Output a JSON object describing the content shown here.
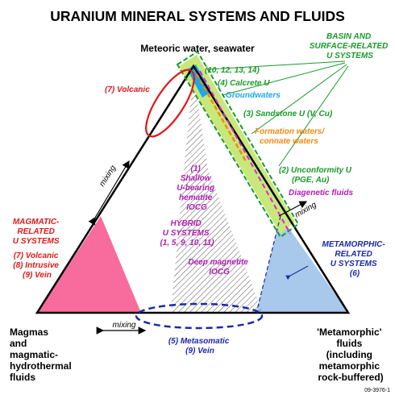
{
  "title": "URANIUM MINERAL SYSTEMS AND FLUIDS",
  "vertex_top": "Meteoric water, seawater",
  "vertex_left": [
    "Magmas",
    "and",
    "magmatic-",
    "hydrothermal",
    "fluids"
  ],
  "vertex_right": [
    "'Metamorphic'",
    "fluids",
    "(including",
    "metamorphic",
    "rock-buffered)"
  ],
  "basin_group": [
    "BASIN AND",
    "SURFACE-RELATED",
    "U SYSTEMS"
  ],
  "basin_codes": "(10, 12, 13, 14)",
  "calcrete": "(4) Calcrete U",
  "groundwaters": "Groundwaters",
  "sandstone": "(3) Sandstone U (V, Cu)",
  "formation_waters": [
    "Formation waters/",
    "connate waters"
  ],
  "unconformity": [
    "(2) Unconformity U",
    "(PGE, Au)"
  ],
  "diagenetic": "Diagenetic fluids",
  "volcanic_top": "(7) Volcanic",
  "mixing_left": "mixing",
  "mixing_right": "mixing",
  "mixing_bottom": "mixing",
  "shallow_iocg": [
    "(1)",
    "Shallow",
    "U-bearing",
    "hematite",
    "IOCG"
  ],
  "hybrid": [
    "HYBRID",
    "U SYSTEMS",
    "(1, 5, 9, 10, 11)"
  ],
  "deep_iocg": [
    "Deep magnetite",
    "IOCG"
  ],
  "magmatic_group": [
    "MAGMATIC-",
    "RELATED",
    "U SYSTEMS",
    "(7) Volcanic",
    "(8) Intrusive",
    "(9) Vein"
  ],
  "metamorphic_group": [
    "METAMORPHIC-",
    "RELATED",
    "U SYSTEMS",
    "(6)"
  ],
  "metasomatic": [
    "(5) Metasomatic",
    "(9) Vein"
  ],
  "figure_id": "09-3976-1",
  "colors": {
    "basin_green": "#1a9a2a",
    "volcanic_red": "#e01818",
    "metamorphic_blue": "#1a2aa8",
    "hybrid_purple": "#b020b0",
    "orange": "#f08a10",
    "cyan": "#1aa8e8",
    "pink_fill": "#f76c9c",
    "blue_fill": "#a8c8ec",
    "green_fill": "#c8e87a"
  }
}
